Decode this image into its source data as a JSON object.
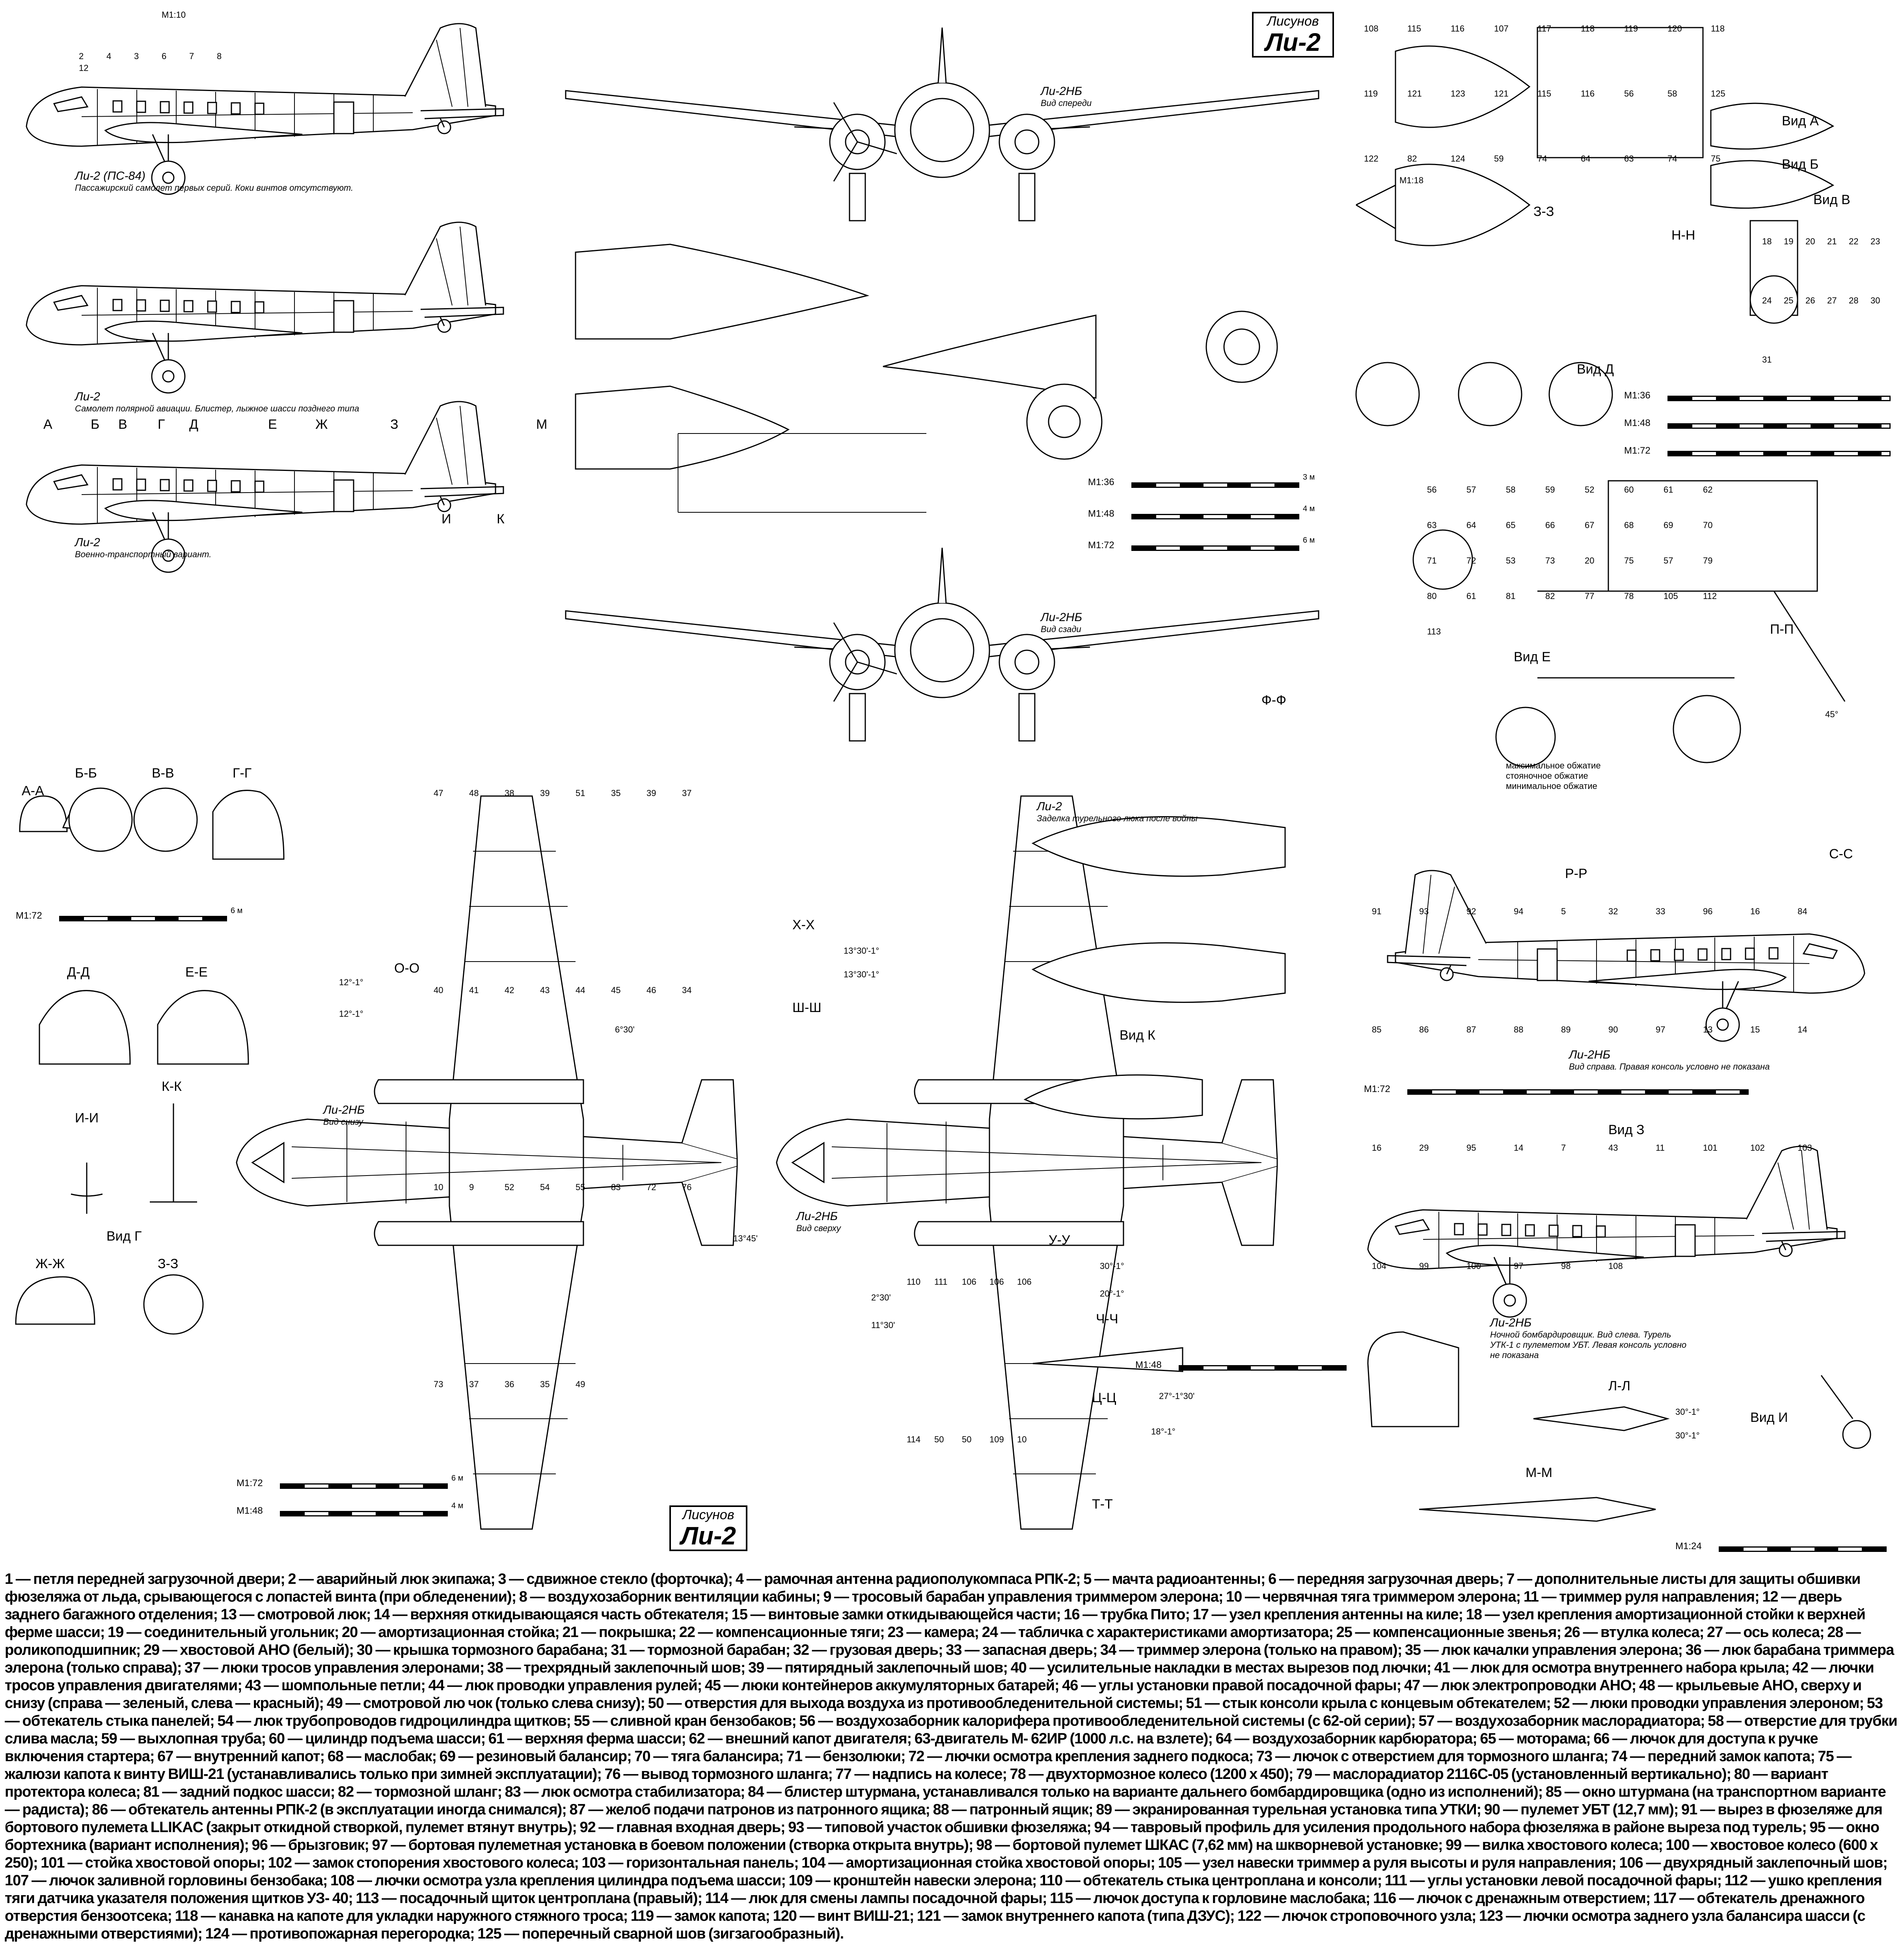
{
  "title_box": {
    "author": "Лисунов",
    "model": "Ли-2"
  },
  "views": {
    "ps84": {
      "name": "Ли-2 (ПС-84)",
      "caption": "Пассажирский самолет первых серий. Коки винтов отсутствуют."
    },
    "polar": {
      "name": "Ли-2",
      "caption": "Самолет полярной авиации. Блистер, лыжное шасси позднего типа"
    },
    "military": {
      "name": "Ли-2",
      "caption": "Военно-транспортный вариант."
    },
    "front": {
      "name": "Ли-2НБ",
      "caption": "Вид спереди"
    },
    "rear": {
      "name": "Ли-2НБ",
      "caption": "Вид сзади"
    },
    "bottom": {
      "name": "Ли-2НБ",
      "caption": "Вид снизу"
    },
    "top": {
      "name": "Ли-2НБ",
      "caption": "Вид сверху"
    },
    "turret": {
      "name": "Ли-2",
      "caption": "Заделка турельного люка после войны"
    },
    "right": {
      "name": "Ли-2НБ",
      "caption": "Вид справа. Правая консоль условно не показана"
    },
    "left": {
      "name": "Ли-2НБ",
      "caption": "Ночной бомбардировщик. Вид слева. Турель УТК-1 с пулеметом УБТ. Левая консоль условно не показана"
    }
  },
  "station_letters": [
    "А",
    "Б",
    "В",
    "Г",
    "Д",
    "Е",
    "Ж",
    "З",
    "И",
    "К",
    "М"
  ],
  "sections": {
    "aa": "А-А",
    "bb": "Б-Б",
    "vv": "В-В",
    "gg": "Г-Г",
    "dd": "Д-Д",
    "ee": "Е-Е",
    "ii": "И-И",
    "kk": "К-К",
    "zhzh": "Ж-Ж",
    "zz": "З-З",
    "oo": "О-О",
    "hh": "Х-Х",
    "shsh": "Ш-Ш",
    "uu": "У-У",
    "chch": "Ч-Ч",
    "tsts": "Ц-Ц",
    "tt": "Т-Т",
    "rr": "Р-Р",
    "ss": "С-С",
    "ll": "Л-Л",
    "mm": "М-М",
    "nn": "Н-Н",
    "pp": "П-П",
    "ff": "Ф-Ф",
    "z3": "З-З"
  },
  "view_refs": {
    "a": "Вид А",
    "b": "Вид Б",
    "v": "Вид В",
    "d": "Вид Д",
    "e": "Вид Е",
    "g": "Вид Г",
    "k": "Вид К",
    "z": "Вид З",
    "i": "Вид И"
  },
  "angles": [
    "13°30'-1°",
    "13°30'-1°",
    "6°30'",
    "12°-1°",
    "12°-1°",
    "30°-1°",
    "20°-1°",
    "27°-1°30'",
    "18°-1°",
    "2°30'",
    "11°30'",
    "30°-1°",
    "30°-1°",
    "13°45'",
    "45°"
  ],
  "wheel_note": [
    "максимальное обжатие",
    "стояночное обжатие",
    "минимальное обжатие"
  ],
  "scales": {
    "m36": {
      "label": "М1:36",
      "unit": "3 м"
    },
    "m48": {
      "label": "М1:48",
      "unit": "4 м"
    },
    "m72": {
      "label": "М1:72",
      "unit": "6 м"
    },
    "m24": {
      "label": "М1:24"
    },
    "m18": {
      "label": "М1:18"
    },
    "m10": {
      "label": "М1:10"
    }
  },
  "callouts": {
    "side1": [
      "2",
      "4",
      "3",
      "6",
      "7",
      "8",
      "12"
    ],
    "engine": [
      "108",
      "115",
      "116",
      "107",
      "117",
      "118",
      "119",
      "120",
      "118",
      "119",
      "121",
      "123",
      "121",
      "115",
      "116",
      "56",
      "58",
      "125",
      "122",
      "82",
      "124",
      "59",
      "74",
      "64",
      "63",
      "74",
      "75"
    ],
    "gear": [
      "18",
      "19",
      "20",
      "21",
      "22",
      "23",
      "24",
      "25",
      "26",
      "27",
      "28",
      "30",
      "31"
    ],
    "cowl": [
      "56",
      "57",
      "58",
      "59",
      "52",
      "60",
      "61",
      "62",
      "63",
      "64",
      "65",
      "66",
      "67",
      "68",
      "69",
      "70",
      "71",
      "72",
      "53",
      "73",
      "20",
      "75",
      "57",
      "79",
      "80",
      "61",
      "81",
      "82",
      "77",
      "78",
      "105",
      "112",
      "113"
    ],
    "bottom": [
      "47",
      "48",
      "38",
      "39",
      "51",
      "35",
      "39",
      "37",
      "40",
      "41",
      "42",
      "43",
      "44",
      "45",
      "46",
      "34",
      "10",
      "9",
      "52",
      "54",
      "55",
      "83",
      "72",
      "76",
      "73",
      "37",
      "36",
      "35",
      "49"
    ],
    "top": [
      "110",
      "111",
      "106",
      "106",
      "106",
      "114",
      "50",
      "50",
      "109",
      "10"
    ],
    "right": [
      "91",
      "93",
      "92",
      "94",
      "5",
      "32",
      "33",
      "96",
      "16",
      "84",
      "85",
      "86",
      "87",
      "88",
      "89",
      "90",
      "97",
      "13",
      "15",
      "14",
      "16",
      "29",
      "95",
      "14",
      "7",
      "43",
      "11",
      "101",
      "102",
      "103",
      "104",
      "99",
      "100",
      "97",
      "98",
      "108"
    ]
  },
  "legend": "1 — петля передней загрузочной двери; 2 — аварийный люк экипажа; 3 — сдвижное стекло (форточка); 4 — рамочная антенна радиополукомпаса РПК-2; 5 — мачта радиоантенны; 6 — передняя загрузочная дверь; 7 — дополнительные листы для защиты обшивки фюзеляжа от льда, срывающегося с лопастей винта (при обледенении); 8 — воздухозаборник вентиляции кабины; 9 — тросовый барабан управления триммером элерона; 10 — червячная тяга триммером элерона; 11 — триммер руля направления; 12 — дверь заднего багажного отделения; 13 — смотровой люк; 14 — верхняя откидывающаяся часть обтекателя; 15 — винтовые замки откидывающейся части; 16 — трубка Пито; 17 — узел крепления антенны на киле; 18 — узел крепления амортизационной стойки к верхней ферме шасси; 19 — соединительный угольник; 20 — амортизационная стойка; 21 — покрышка; 22 — компенсационные тяги; 23 — камера; 24 — табличка с характеристиками амортизатора; 25 — компенсационные звенья; 26 — втулка колеса; 27 — ось колеса; 28 — роликоподшипник; 29 — хвостовой АНО (белый); 30 — крышка тормозного барабана; 31 — тормозной барабан; 32 — грузовая дверь; 33 — запасная дверь; 34 — триммер элерона (только на правом); 35 — люк качалки управления элерона; 36 — люк барабана триммера элерона (только справа); 37 — люки тросов управления элеронами; 38 — трехрядный заклепочный шов; 39 — пятирядный заклепочный шов; 40 — усилительные накладки в местах вырезов под лючки; 41 — люк для осмотра внутреннего набора крыла; 42 — лючки тросов управления двигателями; 43 — шомпольные петли; 44 — люк проводки управления рулей; 45 — люки контейнеров аккумуляторных батарей; 46 — углы установки правой посадочной фары; 47 — люк электропроводки АНО; 48 — крыльевые АНО, сверху и снизу (справа — зеленый, слева — красный); 49 — смотровой лю чок (только слева снизу); 50 — отверстия для выхода воздуха из противообледенительной системы; 51 — стык консоли крыла с концевым обтекателем; 52 — люки проводки управления элероном; 53 — обтекатель стыка панелей; 54 — люк трубопроводов гидроцилиндра щитков; 55 — сливной кран бензобаков; 56 — воздухозаборник калорифера противообледенительной системы (с 62-ой серии); 57 — воздухозаборник маслорадиатора; 58 — отверстие для трубки слива масла; 59 — выхлопная труба; 60 — цилиндр подъема шасси; 61 — верхняя ферма шасси; 62 — внешний капот двигателя; 63-двигатель М- 62ИР (1000 л.с. на взлете); 64 — воздухозаборник карбюратора; 65 — моторама; 66 — лючок для доступа к ручке включения стартера; 67 — внутренний капот; 68 — маслобак; 69 — резиновый балансир; 70 — тяга балансира; 71 — бензолюки; 72 — лючки осмотра крепления заднего подкоса; 73 — лючок с отверстием для тормозного шланга; 74 — передний замок капота; 75 — жалюзи капота к винту ВИШ-21 (устанавливались только при зимней эксплуатации); 76 — вывод тормозного шланга; 77 — надпись на колесе; 78 — двухтормозное колесо (1200 х 450); 79 — маслорадиатор 2116С-05 (установленный вертикально); 80 — вариант протектора колеса; 81 — задний подкос шасси; 82 — тормозной шланг; 83 — люк осмотра стабилизатора; 84 — блистер штурмана, устанавливался только на варианте дальнего бомбардировщика (одно из исполнений); 85 — окно штурмана (на транспортном варианте — радиста); 86 — обтекатель антенны РПК-2 (в эксплуатации иногда снимался); 87 — желоб подачи патронов из патронного ящика; 88 — патронный ящик; 89 — экранированная турельная установка типа УТКИ; 90 — пулемет УБТ (12,7 мм); 91 — вырез в фюзеляже для бортового пулемета LLIKAC (закрыт откидной створкой, пулемет втянут внутрь); 92 — главная входная дверь; 93 — типовой участок обшивки фюзеляжа; 94 — тавровый профиль для усиления продольного набора фюзеляжа в районе выреза под турель; 95 — окно бортехника (вариант исполнения); 96 — брызговик; 97 — бортовая пулеметная установка в боевом положении (створка открыта внутрь); 98 — бортовой пулемет ШКАС (7,62 мм) на шкворневой установке; 99 — вилка хвостового колеса; 100 — хвостовое колесо (600 х 250); 101 — стойка хвостовой опоры; 102 — замок стопорения хвостового колеса; 103 — горизонтальная панель; 104 — амортизационная стойка хвостовой опоры; 105 — узел навески триммер а руля высоты и руля направления; 106 — двухрядный заклепочный шов; 107 — лючок заливной горловины бензобака; 108 — лючки осмотра узла крепления цилиндра подъема шасси; 109 — кронштейн навески элерона; 110 — обтекатель стыка центроплана и консоли; 111 — углы установки левой посадочной фары; 112 — ушко крепления тяги датчика указателя положения щитков УЗ- 40; 113 — посадочный щиток центроплана (правый); 114 — люк для смены лампы посадочной фары; 115 — лючок доступа к горловине маслобака; 116 — лючок с дренажным отверстием; 117 — обтекатель дренажного отверстия бензоотсека; 118 — канавка на капоте для укладки наружного стяжного троса; 119 — замок капота; 120 — винт ВИШ-21; 121 — замок внутреннего капота (типа ДЗУС); 122 — лючок строповочного узла; 123 — лючки осмотра заднего узла балансира шасси (с дренажными отверстиями); 124 — противопожарная перегородка; 125 — поперечный сварной шов (зигзагообразный)."
}
